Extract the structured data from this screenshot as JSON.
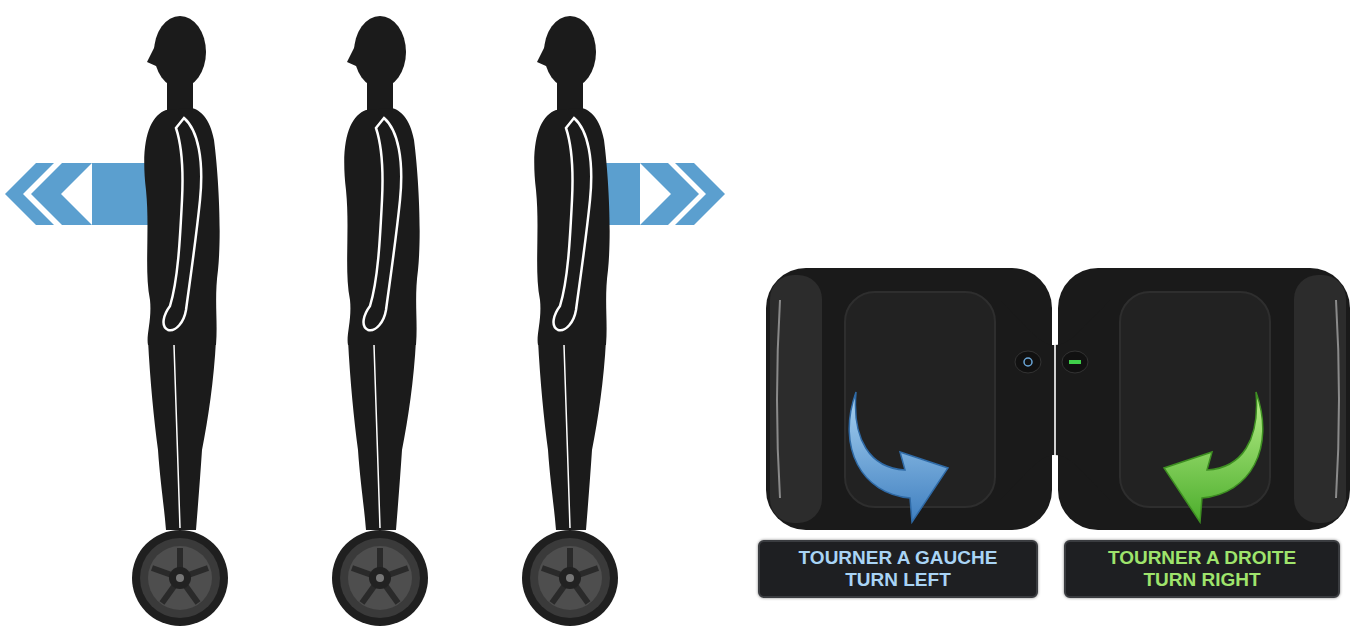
{
  "diagram": {
    "nodes": [
      {
        "text": [
          "TOURNER A GAUCHE",
          "TURN LEFT"
        ]
      },
      {
        "text": [
          "TOURNER A DROITE",
          "TURN RIGHT"
        ]
      }
    ],
    "edges": []
  }
}
